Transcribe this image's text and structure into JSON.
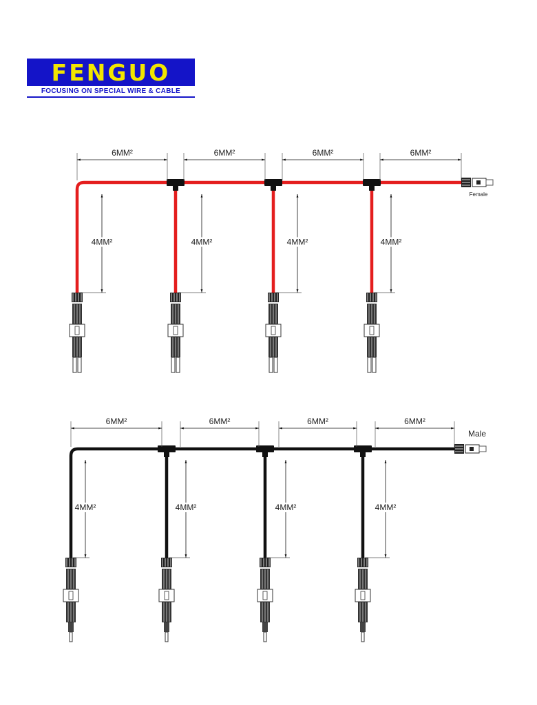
{
  "logo": {
    "name": "FENGUO",
    "tagline": "FOCUSING ON SPECIAL WIRE & CABLE"
  },
  "colors": {
    "red_cable": "#e41e1e",
    "black_cable": "#111111",
    "logo_blue": "#1414c8",
    "logo_yellow": "#f2e600"
  },
  "diagrams": [
    {
      "id": "red",
      "trunk_label": "6MM²",
      "branch_label": "4MM²",
      "end_connector_label": "Female",
      "segments": 4,
      "branches": 4
    },
    {
      "id": "black",
      "trunk_label": "6MM²",
      "branch_label": "4MM²",
      "end_connector_label": "Male",
      "segments": 4,
      "branches": 4
    }
  ]
}
